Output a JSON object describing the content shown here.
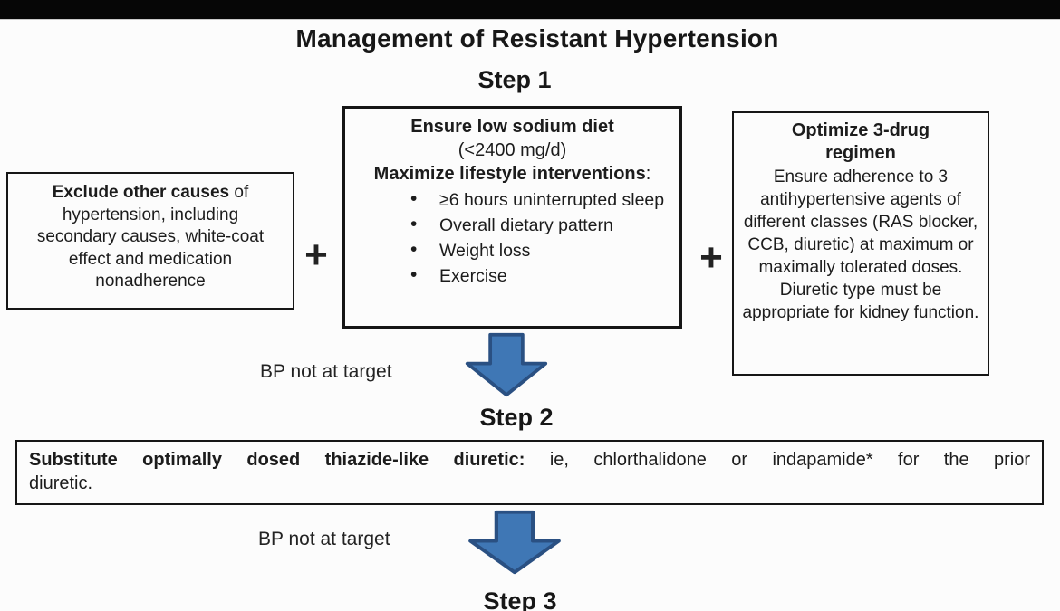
{
  "title": "Management of Resistant Hypertension",
  "step1": {
    "label": "Step 1",
    "exclude_box": {
      "bold": "Exclude other causes",
      "rest": " of hypertension, including secondary causes, white-coat effect and medication nonadherence"
    },
    "plus_left": "+",
    "plus_right": "+",
    "lifestyle_box": {
      "title": "Ensure low sodium diet",
      "subtitle": "(<2400 mg/d)",
      "heading": "Maximize lifestyle interventions",
      "heading_colon": ":",
      "bullet_glyph": "•",
      "bullets": [
        "≥6 hours uninterrupted sleep",
        "Overall dietary pattern",
        "Weight loss",
        "Exercise"
      ]
    },
    "optimize_box": {
      "title_line1": "Optimize 3-drug",
      "title_line2": "regimen",
      "body": "Ensure adherence to 3 antihypertensive agents of different classes (RAS blocker, CCB, diuretic) at maximum or maximally tolerated doses. Diuretic type must be appropriate for kidney function."
    }
  },
  "connector1": "BP not at target",
  "step2": {
    "label": "Step 2",
    "box": {
      "bold": "Substitute optimally dosed thiazide-like diuretic:",
      "line1_rest": " ie, chlorthalidone or indapamide* for the prior",
      "line2": "diuretic."
    }
  },
  "connector2": "BP not at target",
  "step3": {
    "label": "Step 3"
  },
  "colors": {
    "arrow_fill": "#3f77b5",
    "arrow_stroke": "#2a5082"
  }
}
